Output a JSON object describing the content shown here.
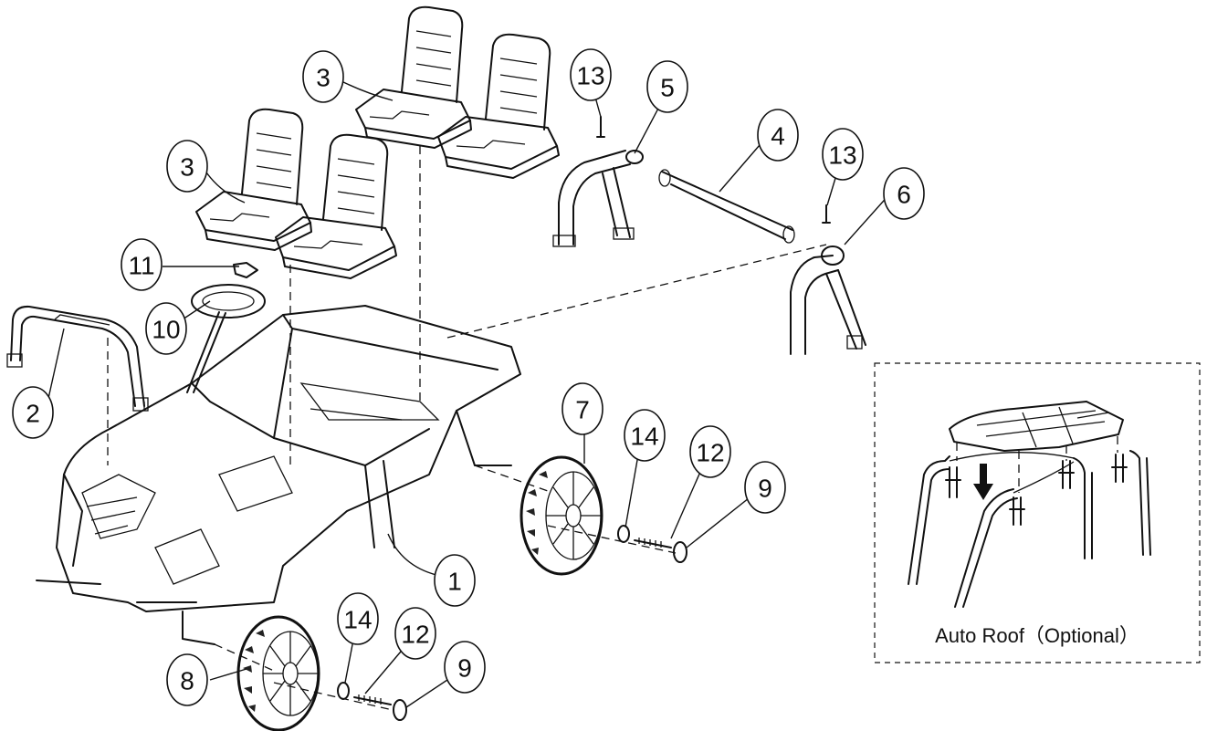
{
  "callouts": [
    {
      "id": "c1",
      "label": "1"
    },
    {
      "id": "c2",
      "label": "2"
    },
    {
      "id": "c3a",
      "label": "3"
    },
    {
      "id": "c3b",
      "label": "3"
    },
    {
      "id": "c4",
      "label": "4"
    },
    {
      "id": "c5",
      "label": "5"
    },
    {
      "id": "c6",
      "label": "6"
    },
    {
      "id": "c7",
      "label": "7"
    },
    {
      "id": "c8",
      "label": "8"
    },
    {
      "id": "c9a",
      "label": "9"
    },
    {
      "id": "c9b",
      "label": "9"
    },
    {
      "id": "c10",
      "label": "10"
    },
    {
      "id": "c11",
      "label": "11"
    },
    {
      "id": "c12a",
      "label": "12"
    },
    {
      "id": "c12b",
      "label": "12"
    },
    {
      "id": "c13a",
      "label": "13"
    },
    {
      "id": "c13b",
      "label": "13"
    },
    {
      "id": "c14a",
      "label": "14"
    },
    {
      "id": "c14b",
      "label": "14"
    }
  ],
  "inset": {
    "caption": "Auto Roof（Optional）"
  }
}
